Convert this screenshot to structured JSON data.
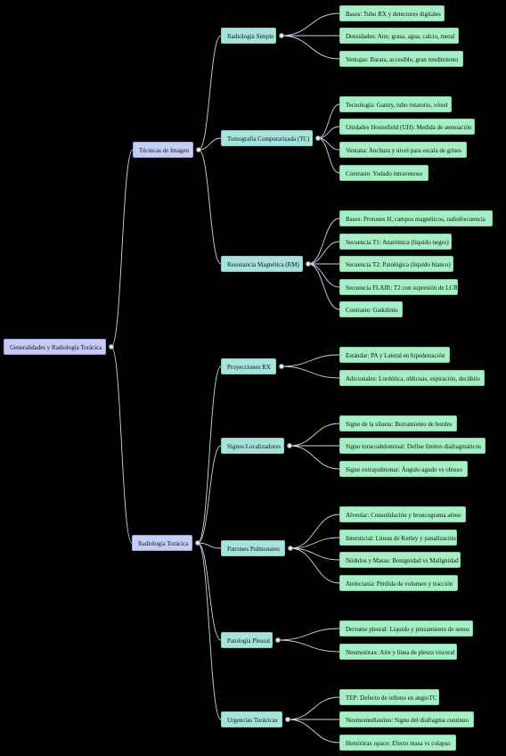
{
  "root": {
    "label": "Generalidades y Radiología Torácica",
    "children": [
      {
        "label": "Técnicas de Imagen",
        "children": [
          {
            "label": "Radiología Simple",
            "children": [
              "Bases: Tubo RX y detectores digitales",
              "Densidades: Aire, grasa, agua, calcio, metal",
              "Ventajas: Barata, accesible, gran rendimiento"
            ]
          },
          {
            "label": "Tomografía Computarizada (TC)",
            "children": [
              "Tecnología: Gantry, tubo rotatorio, vóxel",
              "Unidades Hounsfield (UH): Medida de atenuación",
              "Ventana: Anchura y nivel para escala de grises",
              "Contraste: Yodado intravenoso"
            ]
          },
          {
            "label": "Resonancia Magnética (RM)",
            "children": [
              "Bases: Protones H, campos magnéticos, radiofrecuencia",
              "Secuencia T1: Anatómica (líquido negro)",
              "Secuencia T2: Patológica (líquido blanco)",
              "Secuencia FLAIR: T2 con supresión de LCR",
              "Contraste: Gadolinio"
            ]
          }
        ]
      },
      {
        "label": "Radiología Torácica",
        "children": [
          {
            "label": "Proyecciones RX",
            "children": [
              "Estándar: PA y Lateral en bipedestación",
              "Adicionales: Lordótica, oblicuas, espiración, decúbito"
            ]
          },
          {
            "label": "Signos Localizadores",
            "children": [
              "Signo de la silueta: Borramiento de bordes",
              "Signo toracoabdominal: Define límites diafragmáticos",
              "Signo extrapulmonar: Ángulo agudo vs obtuso"
            ]
          },
          {
            "label": "Patrones Pulmonares",
            "children": [
              "Alveolar: Consolidación y broncograma aéreo",
              "Intersticial: Líneas de Kerley y panalización",
              "Nódulos y Masas: Benignidad vs Malignidad",
              "Atelectasia: Pérdida de volumen y tracción"
            ]
          },
          {
            "label": "Patología Pleural",
            "children": [
              "Derrame pleural: Líquido y pinzamiento de senos",
              "Neumotórax: Aire y línea de pleura visceral"
            ]
          },
          {
            "label": "Urgencias Torácicas",
            "children": [
              "TEP: Defecto de relleno en angioTC",
              "Neumomediastino: Signo del diafragma continuo",
              "Hemitórax opaco: Efecto masa vs colapso"
            ]
          }
        ]
      }
    ]
  },
  "colors": {
    "root": "#c7c9f7",
    "level1": "#c5cff5",
    "level2": "#a6e3dc",
    "leaf": "#a4efc4",
    "edge": "#c9d8e8"
  }
}
